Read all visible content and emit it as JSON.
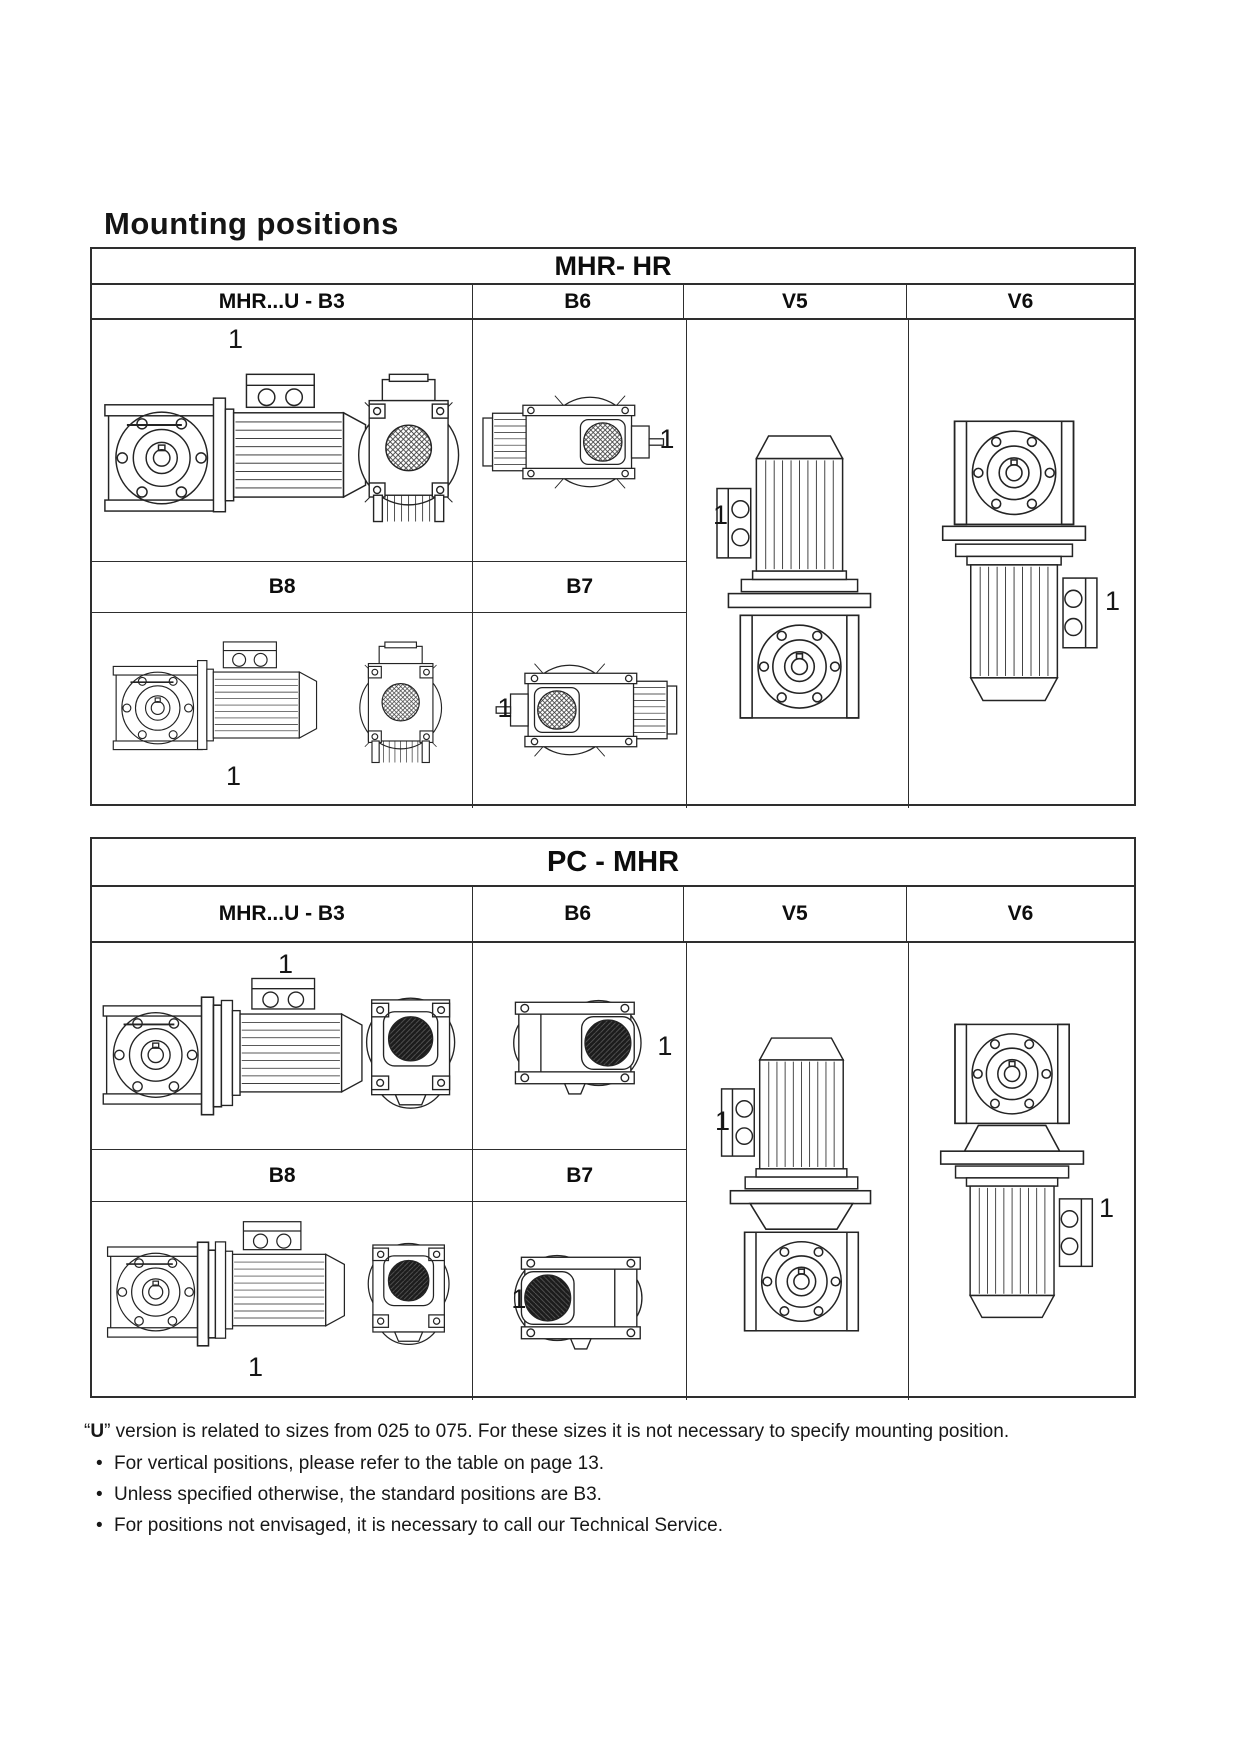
{
  "page": {
    "title": "Mounting positions"
  },
  "tables": [
    {
      "title": "MHR- HR",
      "columns": [
        "MHR...U - B3",
        "B6",
        "V5",
        "V6"
      ],
      "sub_columns": [
        "B8",
        "B7"
      ],
      "markers": {
        "b3": "1",
        "b6": "1",
        "v5": "1",
        "v6": "1",
        "b8": "1",
        "b7": "1"
      }
    },
    {
      "title": "PC - MHR",
      "columns": [
        "MHR...U - B3",
        "B6",
        "V5",
        "V6"
      ],
      "sub_columns": [
        "B8",
        "B7"
      ],
      "markers": {
        "b3": "1",
        "b6": "1",
        "v5": "1",
        "v6": "1",
        "b8": "1",
        "b7": "1"
      }
    }
  ],
  "notes": {
    "u_quote_open": "“",
    "u_bold": "U",
    "u_rest": "” version is related to sizes from 025 to 075. For these sizes it is not necessary to specify mounting position.",
    "bullet_char": "•",
    "bullets": [
      "For vertical positions, please refer to the table on page 13.",
      "Unless specified otherwise, the standard positions are B3.",
      "For positions not envisaged, it is necessary to call our Technical Service."
    ]
  }
}
